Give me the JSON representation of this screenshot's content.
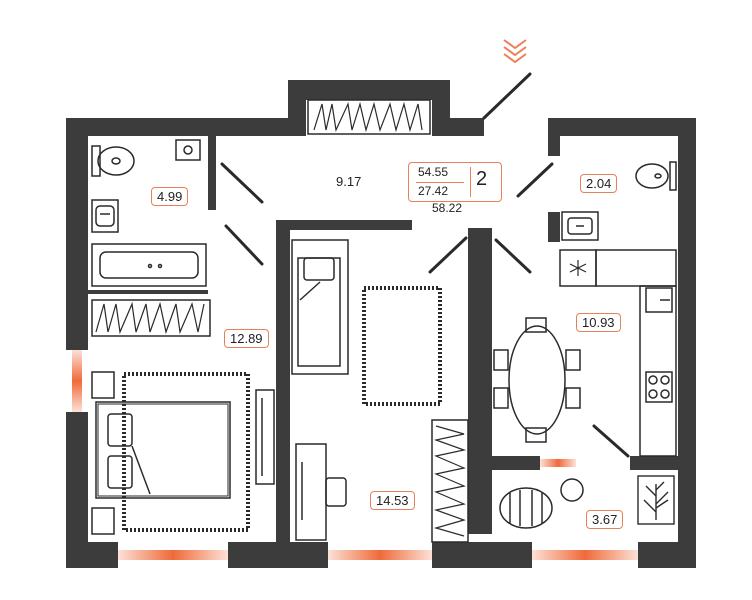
{
  "plan": {
    "rooms_count": "2",
    "living_area": "54.55",
    "kitchen_area": "27.42",
    "total_area": "58.22",
    "areas": {
      "bathroom": "4.99",
      "hall": "9.17",
      "toilet": "2.04",
      "bedroom": "12.89",
      "living_room": "14.53",
      "kitchen": "10.93",
      "balcony": "3.67"
    }
  },
  "colors": {
    "wall": "#3c3c3c",
    "accent": "#e8815a",
    "window": "#f06a3a",
    "fixture_stroke": "#2a2a2a"
  },
  "icons": {
    "entrance": "double-chevron-down-icon",
    "fridge": "snowflake-icon",
    "plant": "plant-icon"
  }
}
